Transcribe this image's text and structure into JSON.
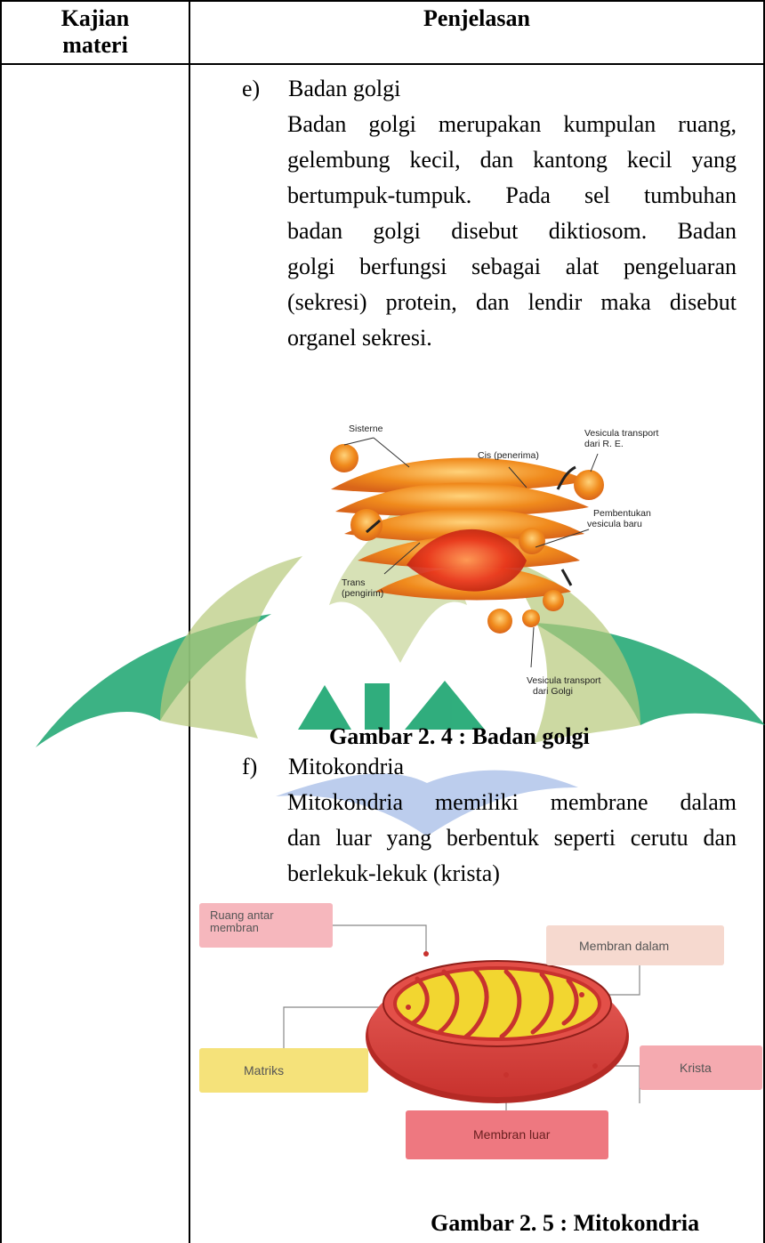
{
  "table": {
    "header_left": "Kajian materi",
    "header_left_line1": "Kajian",
    "header_left_line2": "materi",
    "header_right": "Penjelasan"
  },
  "golgi": {
    "marker": "e)",
    "title": "Badan golgi",
    "paragraph_lines": [
      "Badan golgi merupakan kumpulan ruang,",
      "gelembung kecil, dan kantong kecil yang",
      "bertumpuk-tumpuk. Pada sel tumbuhan",
      "badan golgi disebut diktiosom. Badan",
      "golgi berfungsi sebagai alat pengeluaran",
      "(sekresi) protein, dan lendir maka disebut",
      "organel sekresi."
    ],
    "figure_labels": {
      "sisterne": "Sisterne",
      "cis": "Cis (penerima)",
      "vesicula_re_1": "Vesicula transport",
      "vesicula_re_2": "dari R. E.",
      "pembentukan_1": "Pembentukan",
      "pembentukan_2": "vesicula baru",
      "trans_1": "Trans",
      "trans_2": "(pengirim)",
      "vesicula_golgi_1": "Vesicula transport",
      "vesicula_golgi_2": "dari Golgi"
    },
    "caption": "Gambar 2. 4 : Badan golgi"
  },
  "mito": {
    "marker": "f)",
    "title": "Mitokondria",
    "paragraph_lines": [
      "Mitokondria memiliki membrane dalam",
      "dan luar yang berbentuk seperti cerutu dan",
      "berlekuk-lekuk (krista)"
    ],
    "figure_labels": {
      "ruang_1": "Ruang antar",
      "ruang_2": "membran",
      "membran_dalam": "Membran dalam",
      "matriks": "Matriks",
      "krista": "Krista",
      "membran_luar": "Membran luar"
    },
    "caption": "Gambar 2. 5  : Mitokondria"
  },
  "colors": {
    "watermark_green": "#1aa56f",
    "watermark_olive": "#b7c97a",
    "watermark_blue": "#9fb8e6",
    "golgi_orange": "#f08a1c",
    "golgi_red": "#e8321c",
    "mito_red": "#d9433f",
    "mito_yellow": "#f2d630",
    "box_pink": "#f6b7bd",
    "box_peach": "#f6d9cf",
    "box_yellow": "#f5e27a",
    "box_rose": "#f08a92"
  }
}
